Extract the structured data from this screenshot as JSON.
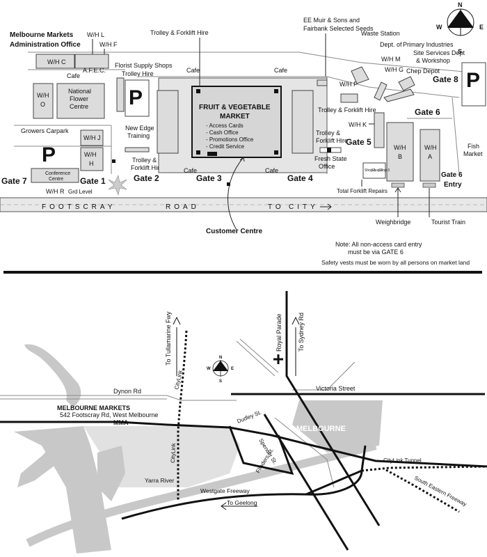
{
  "site": {
    "admin": {
      "line1": "Melbourne Markets",
      "line2": "Administration Office"
    },
    "warehouses": {
      "c": "W/H C",
      "l": "W/H L",
      "f": "W/H F",
      "o1": "W/H",
      "o2": "O",
      "j": "W/H J",
      "h1": "W/H",
      "h2": "H",
      "r": "W/H R",
      "r_level": "Grd Level",
      "p": "W/H P",
      "m": "W/H M",
      "g": "W/H G",
      "k": "W/H K",
      "b1": "W/H",
      "b2": "B",
      "a1": "W/H",
      "a2": "A"
    },
    "cafe": "Cafe",
    "afec": "A.F.E.C.",
    "flower_centre": [
      "National",
      "Flower",
      "Centre"
    ],
    "florist": "Florist Supply Shops",
    "trolley_hire": "Trolley Hire",
    "trolley_forklift": "Trolley & Forklift Hire",
    "trolley_forklift_l1": "Trolley &",
    "trolley_forklift_l2": "Forklift Hire",
    "new_edge": [
      "New Edge",
      "Training"
    ],
    "growers_carpark": "Growers Carpark",
    "conference": [
      "Conference",
      "Centre"
    ],
    "parking": "P",
    "market": {
      "title1": "FRUIT & VEGETABLE",
      "title2": "MARKET",
      "items": [
        "- Access Cards",
        "- Cash Office",
        "- Promotions Office",
        "- Credit Service"
      ]
    },
    "ee_muir": [
      "EE Muir & Sons and",
      "Fairbank Selected Seeds"
    ],
    "waste": "Waste Station",
    "dpi": [
      "Dept. of",
      "Primary Industries"
    ],
    "site_services": [
      "Site Services Dept",
      "& Workshop"
    ],
    "chep": "Chep Depot",
    "fresh_state": [
      "Fresh State",
      "Office"
    ],
    "forklift_repairs": "Total Forklift Repairs",
    "shop_labels": [
      "Shop 1",
      "Shop 2",
      "Shop 3"
    ],
    "fish_market": [
      "Fish",
      "Market"
    ],
    "gates": {
      "g1": "Gate 1",
      "g2": "Gate 2",
      "g3": "Gate 3",
      "g4": "Gate 4",
      "g5": "Gate 5",
      "g6": "Gate 6",
      "g6e1": "Gate 6",
      "g6e2": "Entry",
      "g7": "Gate 7",
      "g8": "Gate 8"
    },
    "road": [
      "FOOTSCRAY",
      "ROAD",
      "TO",
      "CITY"
    ],
    "customer_centre": "Customer Centre",
    "weighbridge": "Weighbridge",
    "tourist_train": "Tourist Train",
    "note": [
      "Note: All non-access card entry",
      "must be via GATE 6"
    ],
    "safety": "Safety vests must be worn by all persons on market land",
    "compass": {
      "n": "N",
      "s": "S",
      "e": "E",
      "w": "W"
    }
  },
  "area": {
    "tullamarine": "To Tullamarine Fwy",
    "royal_parade": "Royal Parade",
    "sydney_rd": "To Sydney Rd",
    "dynon": "Dynon Rd",
    "victoria": "Victoria Street",
    "markets": "MELBOURNE MARKETS",
    "address": "542 Footscray Rd, West Melbourne",
    "mma": "MMA",
    "citylink": "CityLink",
    "dudley": "Dudley St.",
    "spencer": "Spencer St.",
    "flinders": "Flinders St.",
    "melbourne": "MELBOURNE",
    "citylink_tunnel": "CityLink Tunnel",
    "south_eastern": "South Eastern Freeway",
    "yarra": "Yarra River",
    "westgate": "Westgate Freeway",
    "geelong": "To Geelong",
    "compass": {
      "n": "N",
      "s": "S",
      "e": "E",
      "w": "W"
    }
  }
}
